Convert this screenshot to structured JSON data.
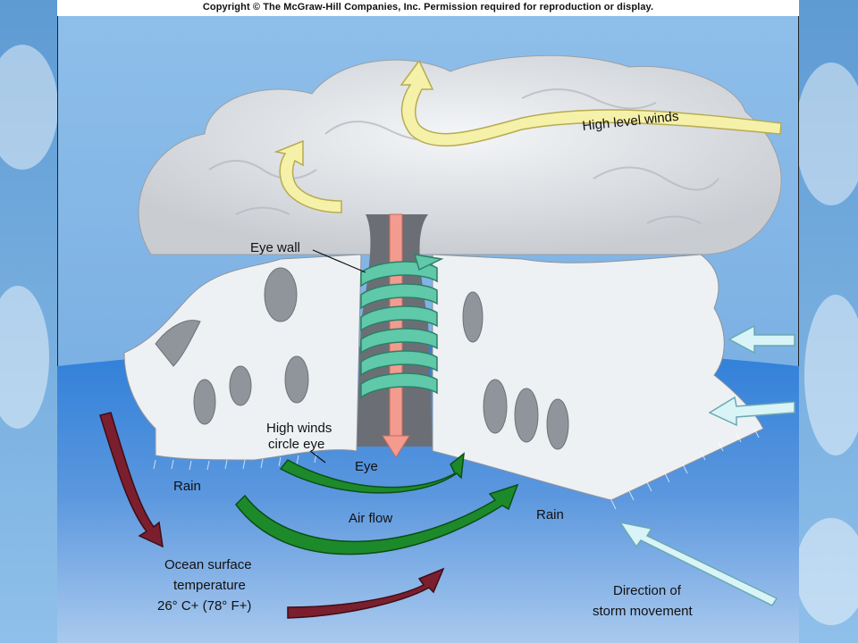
{
  "copyright": "Copyright © The McGraw-Hill Companies, Inc. Permission required for reproduction or display.",
  "labels": {
    "high_level_winds": "High level winds",
    "eye_wall": "Eye wall",
    "high_winds_line1": "High winds",
    "high_winds_line2": "circle eye",
    "eye": "Eye",
    "rain_left": "Rain",
    "rain_right": "Rain",
    "air_flow": "Air flow",
    "ocean_line1": "Ocean surface",
    "ocean_line2": "temperature",
    "ocean_line3": "26° C+ (78° F+)",
    "direction_line1": "Direction of",
    "direction_line2": "storm movement"
  },
  "colors": {
    "sky": "#7fb3e3",
    "ocean": "#4d8fdc",
    "cloud": "#e9ecef",
    "high_wind_arrow": "#f6f1a8",
    "air_flow_arrow": "#1c8a2a",
    "warm_current_arrow": "#7b1f2e",
    "storm_direction_arrow": "#d8f4f6",
    "eye_wall_spiral": "#5fc9a9",
    "eye_downdraft": "#f39b8f"
  }
}
